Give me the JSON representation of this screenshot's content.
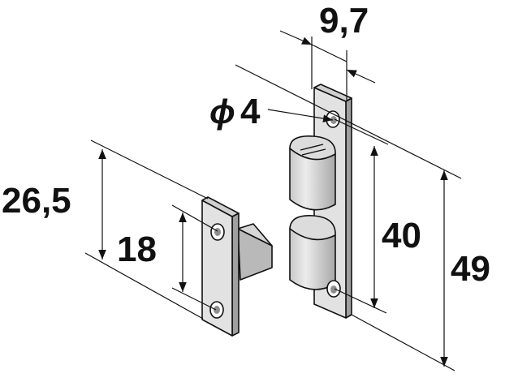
{
  "dimensions": {
    "plate_height": "26,5",
    "hole_spacing_small": "18",
    "width": "9,7",
    "hole_diameter": "4",
    "hole_spacing_large": "40",
    "total_height": "49",
    "diameter_symbol": "ϕ"
  },
  "colors": {
    "line": "#111111",
    "metal_light": "#e3e3e3",
    "metal_mid": "#c9c9c9",
    "metal_dark": "#a3a3a3",
    "background": "#ffffff"
  }
}
